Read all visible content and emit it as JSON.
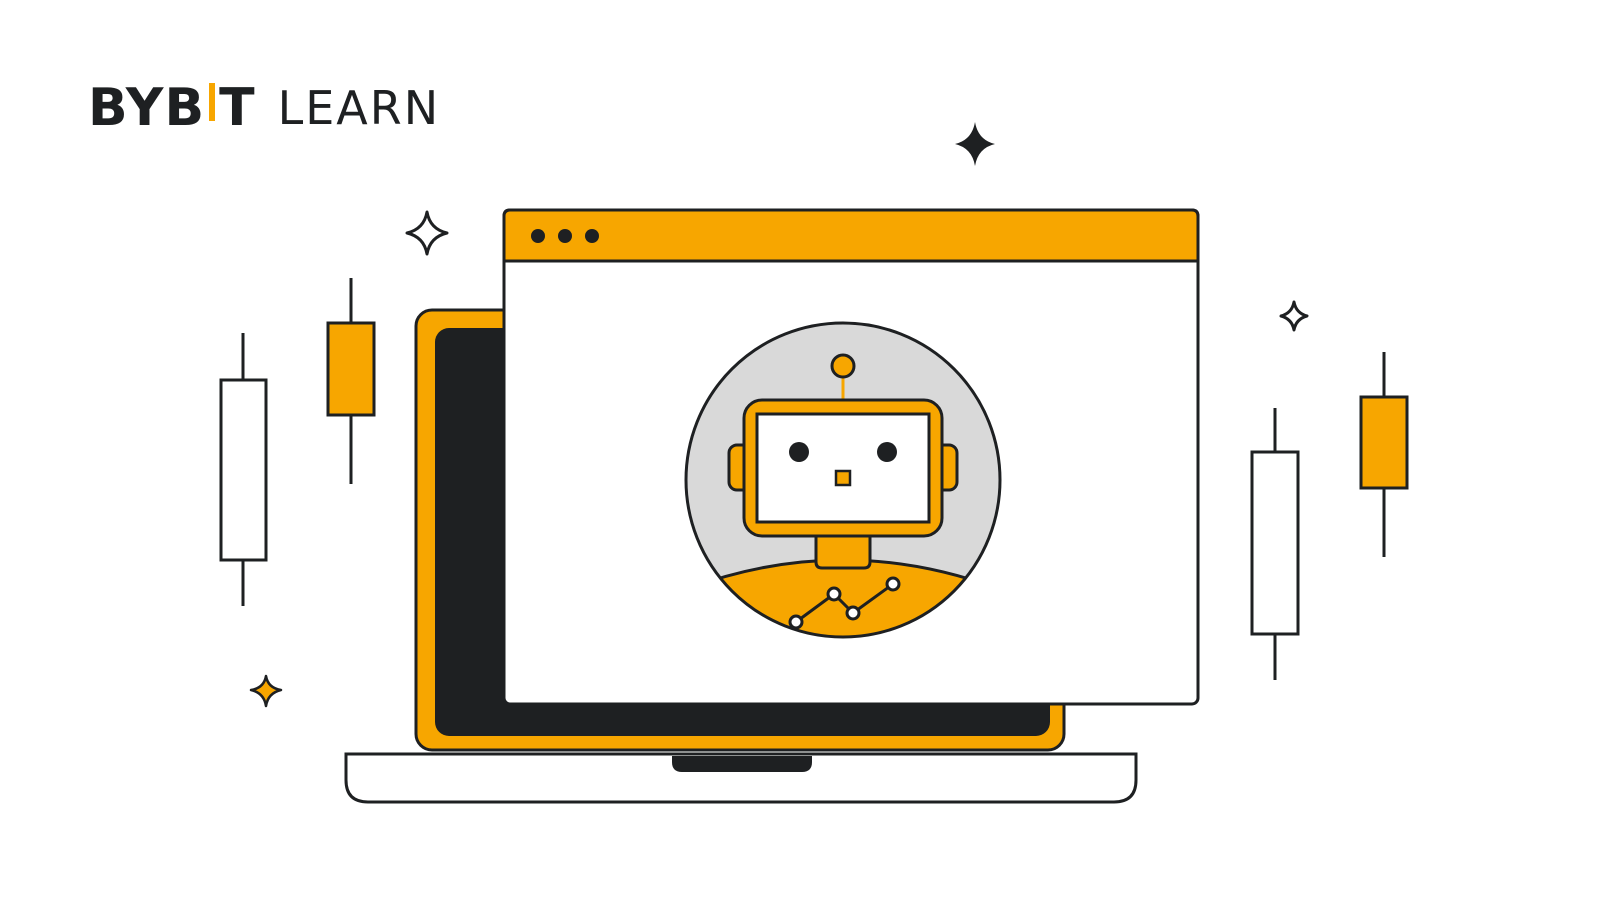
{
  "logo": {
    "brand_part1": "BYB",
    "brand_part2": "T",
    "suffix": "LEARN"
  },
  "colors": {
    "accent": "#f7a600",
    "dark": "#1e2022",
    "screen_gray": "#d9d9d9",
    "white": "#ffffff"
  },
  "icons": [
    "sparkle-icon",
    "robot-icon",
    "candlestick-icon",
    "laptop-icon",
    "browser-window-icon"
  ]
}
